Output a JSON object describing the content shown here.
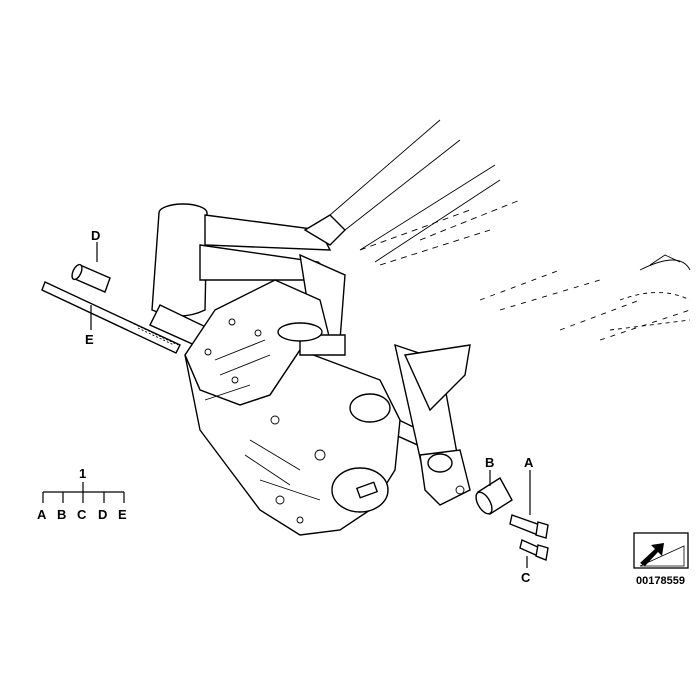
{
  "callouts": {
    "d": "D",
    "e": "E",
    "b": "B",
    "a": "A",
    "c": "C"
  },
  "tree": {
    "root": "1",
    "children": [
      "A",
      "B",
      "C",
      "D",
      "E"
    ]
  },
  "reference_number": "00178559"
}
